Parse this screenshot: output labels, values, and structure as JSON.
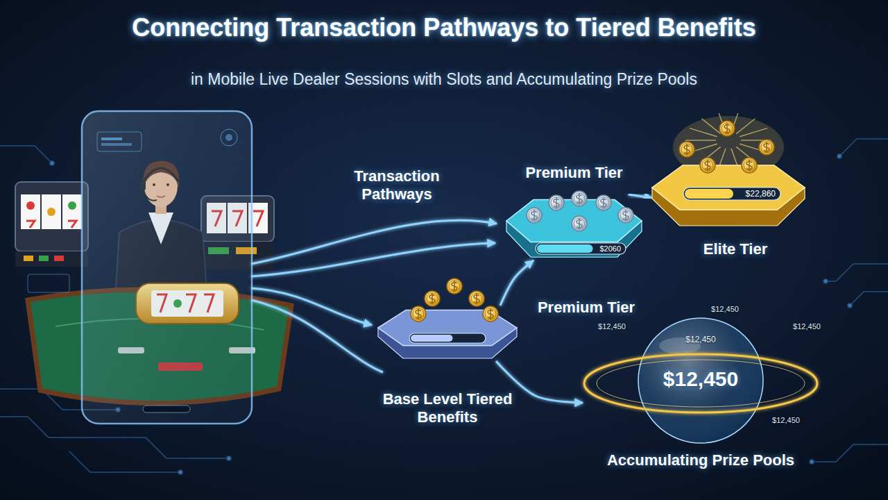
{
  "diagram": {
    "title": "Connecting Transaction Pathways to Tiered Benefits",
    "nodes": [
      {
        "text": [
          "Premium Tier",
          "$2060",
          "Premium Tier"
        ]
      },
      {
        "text": [
          "$22,860",
          "Elite Tier"
        ]
      },
      {
        "text": [
          "Base Level Tiered Benefits"
        ]
      },
      {
        "text": [
          "$12,450",
          "$12,450",
          "Accumulating Prize Pools"
        ]
      }
    ],
    "edges": [
      {
        "from": 2,
        "to": 0,
        "arrow": "to"
      },
      {
        "from": 0,
        "to": 1,
        "arrow": "to"
      },
      {
        "from": 2,
        "to": 3,
        "arrow": "to"
      }
    ],
    "labels": [
      "in Mobile Live Dealer Sessions with Slots and Accumulating Prize Pools",
      "Transaction Pathways",
      "$12,450",
      "$12,450",
      "$12,450",
      "$12,450"
    ]
  }
}
